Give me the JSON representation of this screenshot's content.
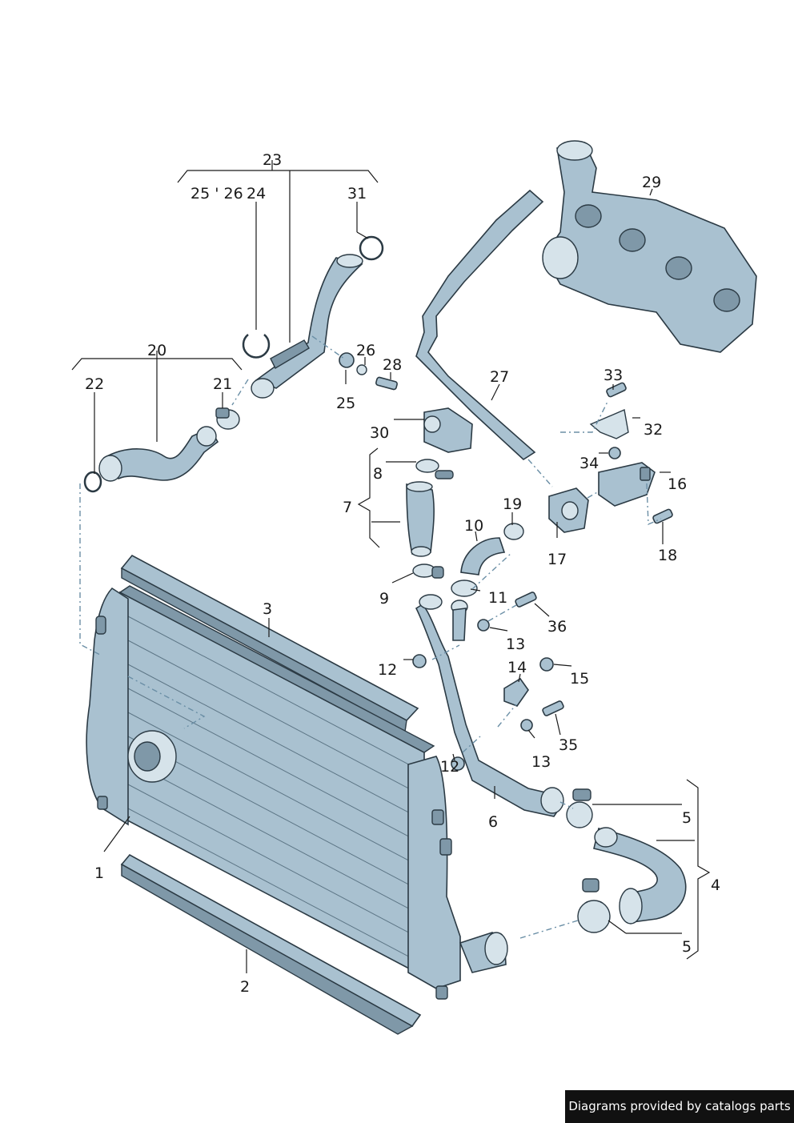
{
  "callouts": {
    "c1": "1",
    "c2": "2",
    "c3": "3",
    "c4": "4",
    "c5a": "5",
    "c5b": "5",
    "c6": "6",
    "c7": "7",
    "c8": "8",
    "c9": "9",
    "c10": "10",
    "c11": "11",
    "c12a": "12",
    "c12b": "12",
    "c13a": "13",
    "c13b": "13",
    "c14": "14",
    "c15": "15",
    "c16": "16",
    "c17": "17",
    "c18": "18",
    "c19": "19",
    "c20": "20",
    "c21": "21",
    "c22": "22",
    "c23": "23",
    "c24": "24",
    "c25": "25",
    "c25_26": "25 ' 26",
    "c26": "26",
    "c27": "27",
    "c28": "28",
    "c29": "29",
    "c30": "30",
    "c31": "31",
    "c32": "32",
    "c33": "33",
    "c34": "34",
    "c35": "35",
    "c36": "36"
  },
  "watermark": "Diagrams provided by catalogs parts",
  "colors": {
    "part_fill": "#a9c1d0",
    "outline": "#2b3a44",
    "leader_dash": "#6b8fa6"
  }
}
